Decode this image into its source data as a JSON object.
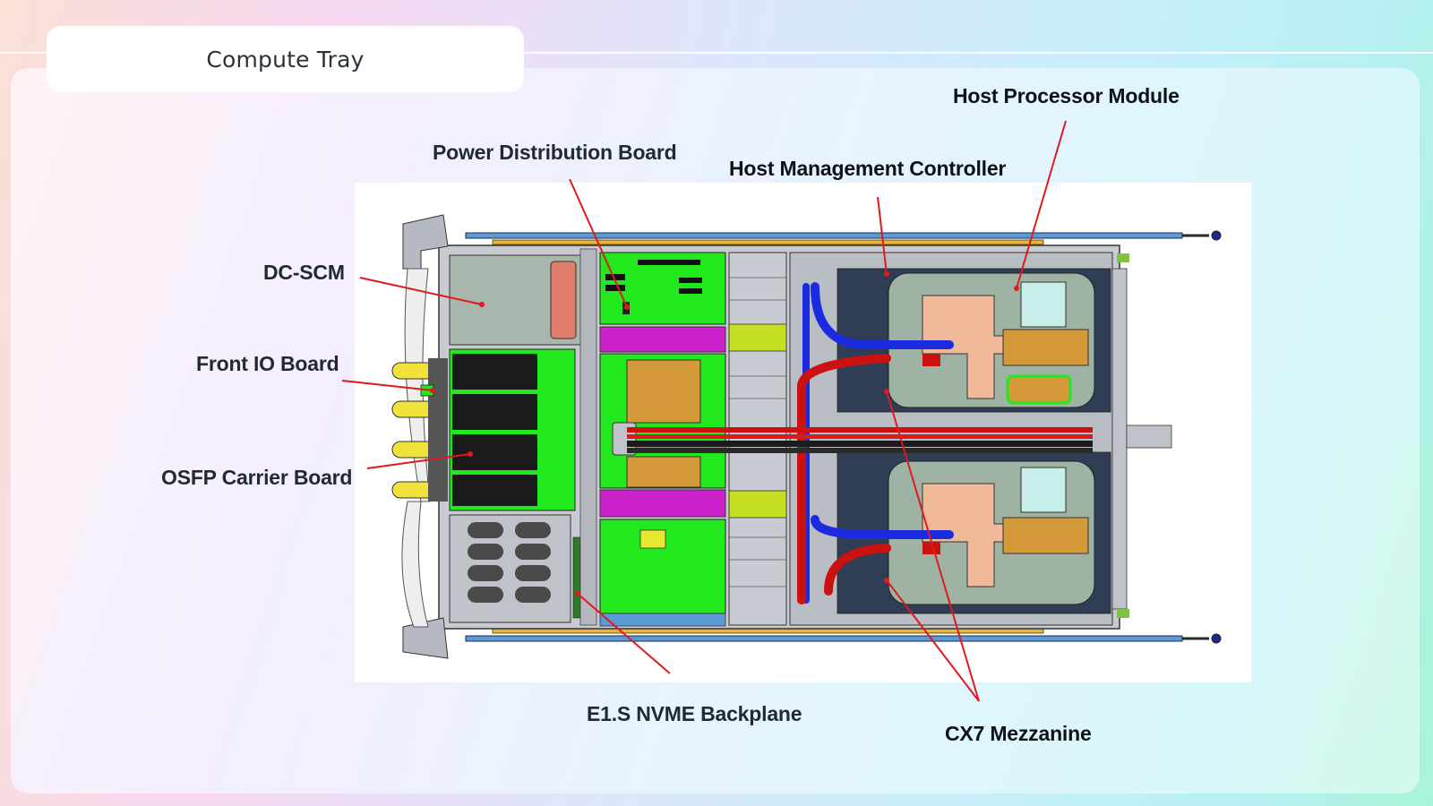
{
  "slide": {
    "title": "Compute Tray"
  },
  "diagram": {
    "subject": "Compute tray top-down mechanical CAD view",
    "callouts": [
      {
        "id": "host-processor-module",
        "label": "Host Processor Module"
      },
      {
        "id": "power-distribution-board",
        "label": "Power Distribution Board"
      },
      {
        "id": "host-management-controller",
        "label": "Host Management Controller"
      },
      {
        "id": "dc-scm",
        "label": "DC-SCM"
      },
      {
        "id": "front-io-board",
        "label": "Front IO Board"
      },
      {
        "id": "osfp-carrier-board",
        "label": "OSFP Carrier Board"
      },
      {
        "id": "e1s-nvme-backplane",
        "label": "E1.S NVME Backplane"
      },
      {
        "id": "cx7-mezzanine",
        "label": "CX7 Mezzanine"
      }
    ],
    "colors": {
      "leader_line": "#e0191f",
      "pcb_green": "#22e81e",
      "magenta": "#cc22cc",
      "copper": "#d49a3a",
      "coolant_blue": "#1a2be0",
      "coolant_red": "#cc1111",
      "chassis_gray": "#b8bcc4",
      "module_gray": "#9fb3a4",
      "rail_blue": "#5b9ad6",
      "rail_yellow": "#e8b43a"
    }
  }
}
